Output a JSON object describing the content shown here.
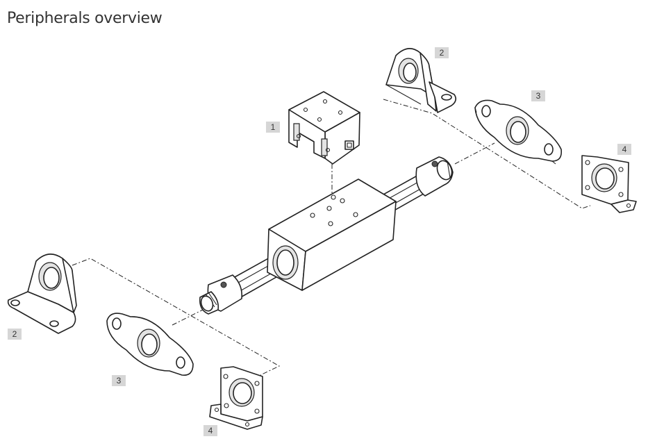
{
  "title": "Peripherals overview",
  "callouts": {
    "slide_unit": "1",
    "foot_mount_right": "2",
    "flange_right": "3",
    "bracket_right": "4",
    "foot_mount_left": "2",
    "flange_left": "3",
    "bracket_left": "4"
  }
}
